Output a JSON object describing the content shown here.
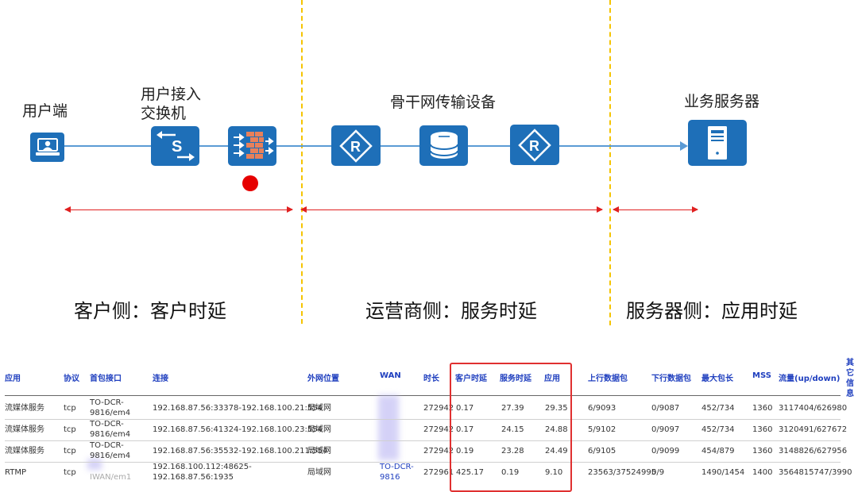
{
  "diagram": {
    "nodes": {
      "user_terminal": {
        "label": "用户端"
      },
      "access_switch": {
        "label_line1": "用户接入",
        "label_line2": "交换机"
      },
      "backbone": {
        "label": "骨干网传输设备"
      },
      "business_server": {
        "label": "业务服务器"
      }
    },
    "sections": [
      {
        "title": "客户侧：客户时延"
      },
      {
        "title": "运营商侧：服务时延"
      },
      {
        "title": "服务器侧：应用时延"
      }
    ],
    "colors": {
      "device": "#1e6fb8",
      "flow": "#5b9bd5",
      "divider": "#f5c400",
      "span": "#e02020",
      "probe": "#e60000"
    }
  },
  "table": {
    "headers": {
      "app": "应用",
      "protocol": "协议",
      "first_iface": "首包接口",
      "conn": "连接",
      "wan_loc": "外网位置",
      "wan": "WAN",
      "duration": "时长",
      "client_delay": "客户时延",
      "server_delay": "服务时延",
      "app_delay": "应用",
      "up_pkts": "上行数据包",
      "down_pkts": "下行数据包",
      "max_pkt": "最大包长",
      "mss": "MSS",
      "traffic": "流量(up/down)",
      "other_1": "其",
      "other_2": "它",
      "other_3": "信",
      "other_4": "息"
    },
    "rows": [
      {
        "app": "流媒体服务",
        "protocol": "tcp",
        "iface1": "TO-DCR-",
        "iface2": "9816/em4",
        "conn1": "192.168.87.56:33378-192.168.100.21:554",
        "conn2": "",
        "wan_loc": "局域网",
        "wan": "",
        "duration": "272942",
        "client": "0.17",
        "server": "27.39",
        "app_delay": "29.35",
        "up": "6/9093",
        "down": "0/9087",
        "max": "452/734",
        "mss": "1360",
        "traffic": "3117404/626980"
      },
      {
        "app": "流媒体服务",
        "protocol": "tcp",
        "iface1": "TO-DCR-",
        "iface2": "9816/em4",
        "conn1": "192.168.87.56:41324-192.168.100.23:554",
        "conn2": "",
        "wan_loc": "局域网",
        "wan": "",
        "duration": "272942",
        "client": "0.17",
        "server": "24.15",
        "app_delay": "24.88",
        "up": "5/9102",
        "down": "0/9097",
        "max": "452/734",
        "mss": "1360",
        "traffic": "3120491/627672"
      },
      {
        "app": "流媒体服务",
        "protocol": "tcp",
        "iface1": "TO-DCR-",
        "iface2": "9816/em4",
        "conn1": "192.168.87.56:35532-192.168.100.211:554",
        "conn2": "",
        "wan_loc": "局域网",
        "wan": "",
        "duration": "272942",
        "client": "0.19",
        "server": "23.28",
        "app_delay": "24.49",
        "up": "6/9105",
        "down": "0/9099",
        "max": "454/879",
        "mss": "1360",
        "traffic": "3148826/627956"
      },
      {
        "app": "RTMP",
        "protocol": "tcp",
        "iface1": "",
        "iface2": "IWAN/em1",
        "conn1": "192.168.100.112:48625-",
        "conn2": "192.168.87.56:1935",
        "wan_loc": "局域网",
        "wan1": "TO-DCR-",
        "wan2": "9816",
        "duration": "272961",
        "client": "425.17",
        "server": "0.19",
        "app_delay": "9.10",
        "up": "23563/37524995",
        "down": "0/9",
        "max": "1490/1454",
        "mss": "1400",
        "traffic": "3564815747/3990"
      }
    ]
  }
}
